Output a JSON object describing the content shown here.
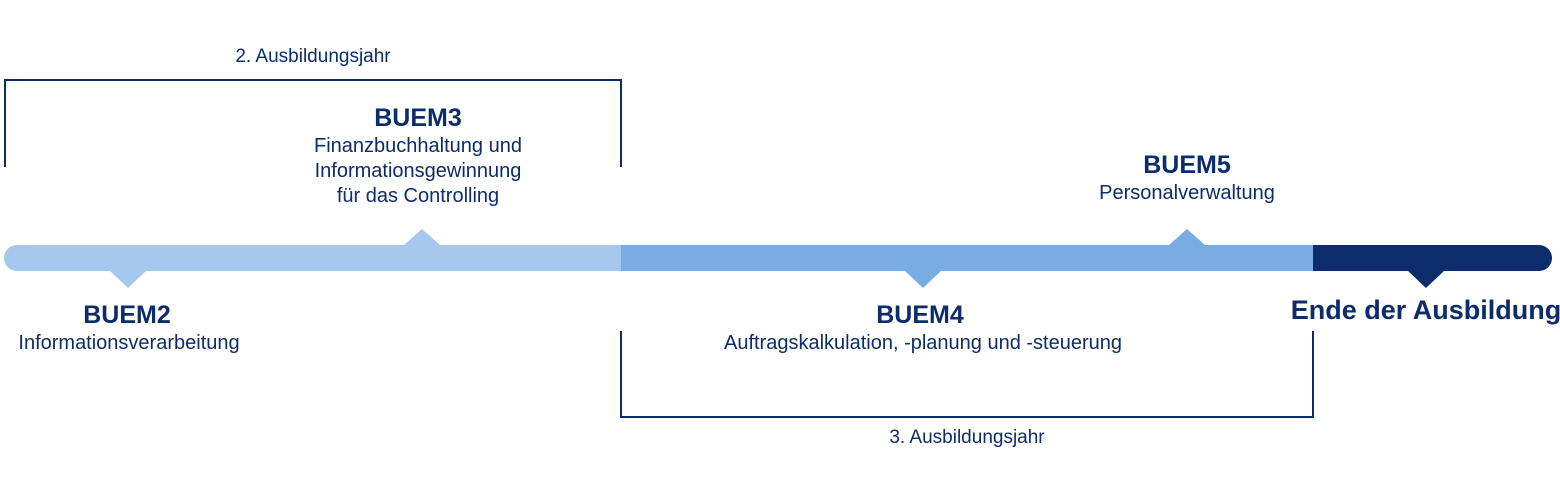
{
  "colors": {
    "dark": "#0c2c6b",
    "segment_light": "#a6c8ee",
    "segment_mid": "#78ace3",
    "segment_dark": "#0c2c6b",
    "text": "#0c2c6b"
  },
  "year_labels": {
    "second": "2. Ausbildungsjahr",
    "third": "3. Ausbildungsjahr"
  },
  "modules": {
    "buem2": {
      "title": "BUEM2",
      "desc": [
        "Informationsverarbeitung"
      ]
    },
    "buem3": {
      "title": "BUEM3",
      "desc": [
        "Finanzbuchhaltung und",
        "Informationsgewinnung",
        "für das Controlling"
      ]
    },
    "buem4": {
      "title": "BUEM4",
      "desc": [
        "Auftragskalkulation, -planung und -steuerung"
      ]
    },
    "buem5": {
      "title": "BUEM5",
      "desc": [
        "Personalverwaltung"
      ]
    }
  },
  "end": {
    "title": "Ende der Ausbildung"
  }
}
